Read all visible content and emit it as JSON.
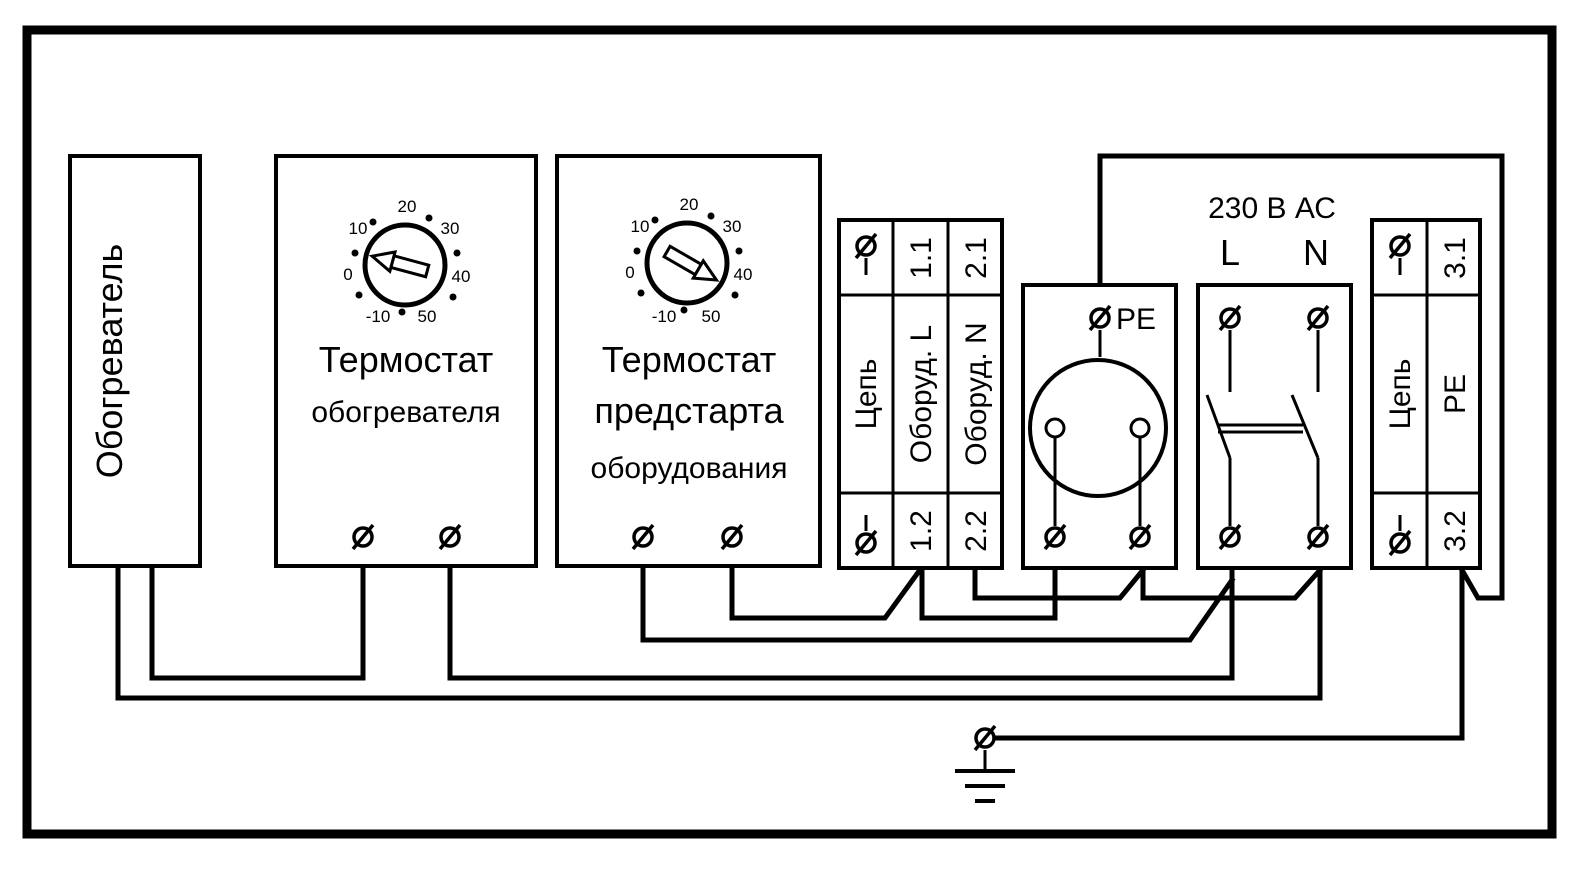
{
  "heater": {
    "label": "Обогреватель"
  },
  "thermostat_heater": {
    "title_lines": [
      "Термостат",
      "обогревателя"
    ],
    "dial_marks": [
      "-10",
      "0",
      "10",
      "20",
      "30",
      "40",
      "50"
    ]
  },
  "thermostat_prestart": {
    "title_lines": [
      "Термостат",
      "предстарта",
      "оборудования"
    ],
    "dial_marks": [
      "-10",
      "0",
      "10",
      "20",
      "30",
      "40",
      "50"
    ]
  },
  "terminal_block_1": {
    "side_label": "Цепь",
    "col_top": [
      "1.1",
      "2.1"
    ],
    "col_mid": [
      "Оборуд. L",
      "Оборуд. N"
    ],
    "col_bottom": [
      "1.2",
      "2.2"
    ]
  },
  "socket": {
    "pe_label": "PE"
  },
  "power": {
    "voltage_label": "230 В АС",
    "phase_labels": [
      "L",
      "N"
    ]
  },
  "terminal_block_2": {
    "side_label": "Цепь",
    "col_top": "3.1",
    "col_mid": "PE",
    "col_bottom": "3.2"
  }
}
